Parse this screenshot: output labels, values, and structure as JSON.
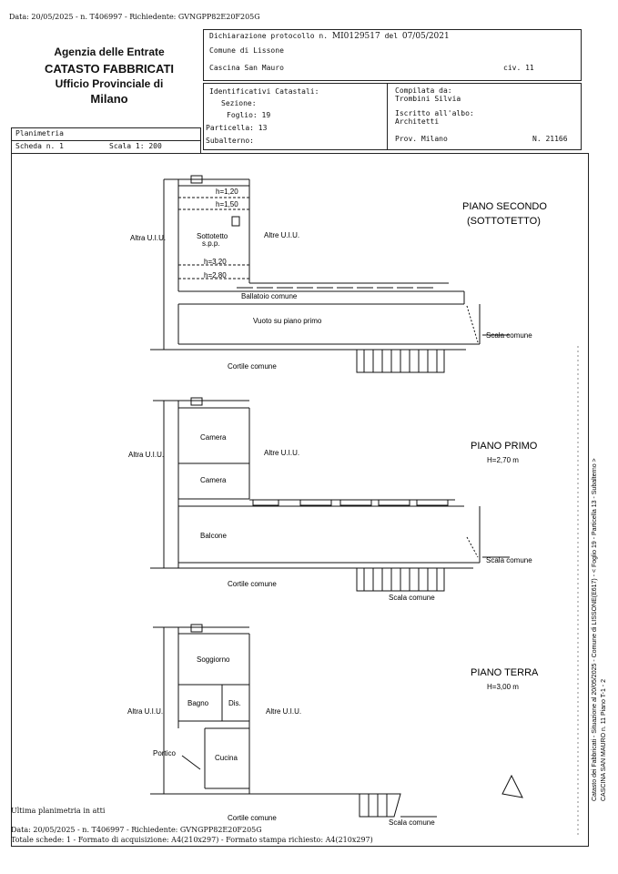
{
  "top_line": "Data: 20/05/2025 - n. T406997 - Richiedente: GVNGPP82E20F205G",
  "agency": {
    "line1": "Agenzia delle Entrate",
    "line2": "CATASTO FABBRICATI",
    "line3": "Ufficio Provinciale di",
    "line4": "Milano"
  },
  "header": {
    "dichiarazione_label": "Dichiarazione protocollo n.",
    "protocollo": "MI0129517",
    "del_label": "del",
    "data": "07/05/2021",
    "comune": "Comune di Lissone",
    "indirizzo": "Cascina San Mauro",
    "civ": "civ. 11",
    "identificativi": "Identificativi Catastali:",
    "sezione": "Sezione:",
    "foglio": "Foglio: 19",
    "particella": "Particella: 13",
    "subalterno": "Subalterno:",
    "compilata_label": "Compilata da:",
    "compilata_nome": "Trombini Silvia",
    "iscritto_label": "Iscritto all'albo:",
    "iscritto_val": "Architetti",
    "prov": "Prov. Milano",
    "numero": "N. 21166"
  },
  "planimetria": {
    "label": "Planimetria",
    "scheda": "Scheda n. 1",
    "scala": "Scala 1: 200"
  },
  "floors": {
    "secondo": {
      "title1": "PIANO SECONDO",
      "title2": "(SOTTOTETTO)",
      "h120": "h=1,20",
      "h150": "h=1,50",
      "sottotetto1": "Sottotetto",
      "sottotetto2": "s.p.p.",
      "h320": "h=3,20",
      "h280": "h=2,80",
      "altra_left": "Altra U.I.U.",
      "altre_right": "Altre U.I.U.",
      "ballatoio": "Ballatoio comune",
      "vuoto": "Vuoto su piano primo",
      "scala": "Scala comune",
      "cortile": "Cortile comune"
    },
    "primo": {
      "title": "PIANO PRIMO",
      "height": "H=2,70 m",
      "camera1": "Camera",
      "camera2": "Camera",
      "balcone": "Balcone",
      "altra_left": "Altra U.I.U.",
      "altre_right": "Altre U.I.U.",
      "scala": "Scala comune",
      "cortile": "Cortile comune",
      "scala2": "Scala comune"
    },
    "terra": {
      "title": "PIANO TERRA",
      "height": "H=3,00 m",
      "soggiorno": "Soggiorno",
      "bagno": "Bagno",
      "dis": "Dis.",
      "portico": "Portico",
      "cucina": "Cucina",
      "altra_left": "Altra U.I.U.",
      "altre_right": "Altre U.I.U.",
      "cortile": "Cortile comune",
      "scala": "Scala comune"
    }
  },
  "side_text": {
    "line1": "Catasto dei Fabbricati - Situazione al 20/05/2025 - Comune di LISSONE(E617) - < Foglio 19 - Particella 13 - Subalterno >",
    "line2": "CASCINA SAN MAURO n. 11 Piano T-1 - 2"
  },
  "footer": {
    "ultima": "Ultima planimetria in atti",
    "data_line": "Data: 20/05/2025 - n. T406997 - Richiedente: GVNGPP82E20F205G",
    "totale": "Totale schede: 1 - Formato di acquisizione: A4(210x297) - Formato stampa richiesto: A4(210x297)"
  }
}
